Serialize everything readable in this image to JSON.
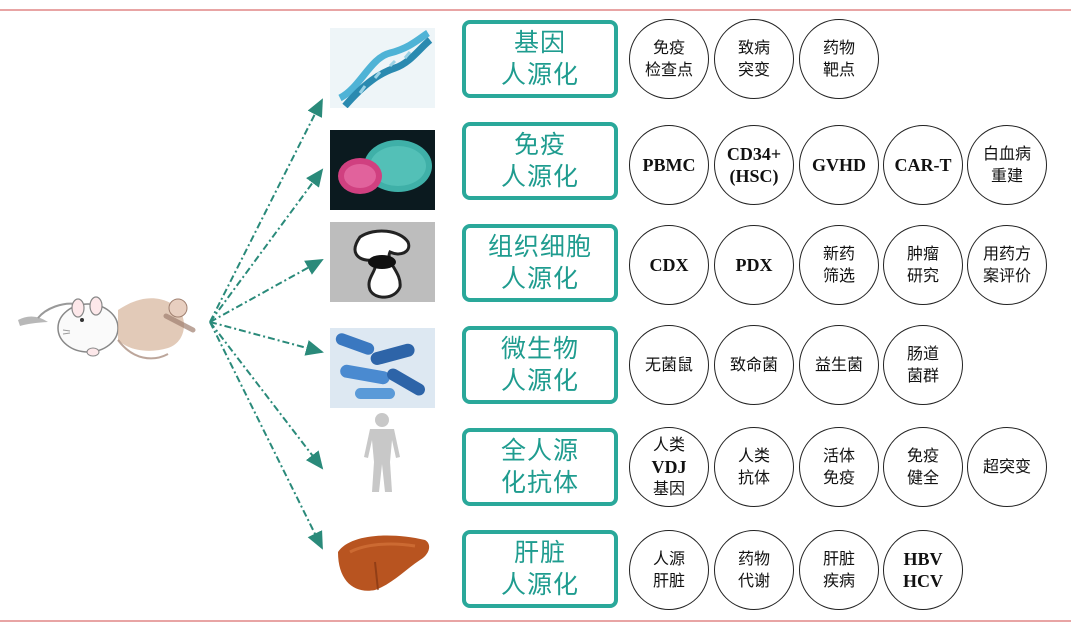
{
  "categories": [
    {
      "icon": "dna-icon",
      "lines": [
        "基因",
        "人源化"
      ],
      "items": [
        {
          "lines": [
            "免疫",
            "检查点"
          ]
        },
        {
          "lines": [
            "致病",
            "突变"
          ]
        },
        {
          "lines": [
            "药物",
            "靶点"
          ]
        }
      ]
    },
    {
      "icon": "immune-cell-icon",
      "lines": [
        "免疫",
        "人源化"
      ],
      "items": [
        {
          "lines": [
            "PBMC"
          ]
        },
        {
          "lines": [
            "CD34+",
            "(HSC)"
          ]
        },
        {
          "lines": [
            "GVHD"
          ]
        },
        {
          "lines": [
            "CAR-T"
          ]
        },
        {
          "lines": [
            "白血病",
            "重建"
          ]
        }
      ]
    },
    {
      "icon": "tissue-cell-icon",
      "lines": [
        "组织细胞",
        "人源化"
      ],
      "items": [
        {
          "lines": [
            "CDX"
          ]
        },
        {
          "lines": [
            "PDX"
          ]
        },
        {
          "lines": [
            "新药",
            "筛选"
          ]
        },
        {
          "lines": [
            "肿瘤",
            "研究"
          ]
        },
        {
          "lines": [
            "用药方",
            "案评价"
          ]
        }
      ]
    },
    {
      "icon": "bacteria-icon",
      "lines": [
        "微生物",
        "人源化"
      ],
      "items": [
        {
          "lines": [
            "无菌鼠"
          ]
        },
        {
          "lines": [
            "致命菌"
          ]
        },
        {
          "lines": [
            "益生菌"
          ]
        },
        {
          "lines": [
            "肠道",
            "菌群"
          ]
        }
      ]
    },
    {
      "icon": "human-body-icon",
      "lines": [
        "全人源",
        "化抗体"
      ],
      "items": [
        {
          "lines": [
            "人类",
            "VDJ",
            "基因"
          ]
        },
        {
          "lines": [
            "人类",
            "抗体"
          ]
        },
        {
          "lines": [
            "活体",
            "免疫"
          ]
        },
        {
          "lines": [
            "免疫",
            "健全"
          ]
        },
        {
          "lines": [
            "超突变"
          ]
        }
      ]
    },
    {
      "icon": "liver-icon",
      "lines": [
        "肝脏",
        "人源化"
      ],
      "items": [
        {
          "lines": [
            "人源",
            "肝脏"
          ]
        },
        {
          "lines": [
            "药物",
            "代谢"
          ]
        },
        {
          "lines": [
            "肝脏",
            "疾病"
          ]
        },
        {
          "lines": [
            "HBV",
            "HCV"
          ]
        }
      ]
    }
  ],
  "colors": {
    "accent": "#2aa89a",
    "accent_text": "#1f9c8f",
    "arrow": "#2a8a7a",
    "border_lines": "#e8a4a4"
  }
}
